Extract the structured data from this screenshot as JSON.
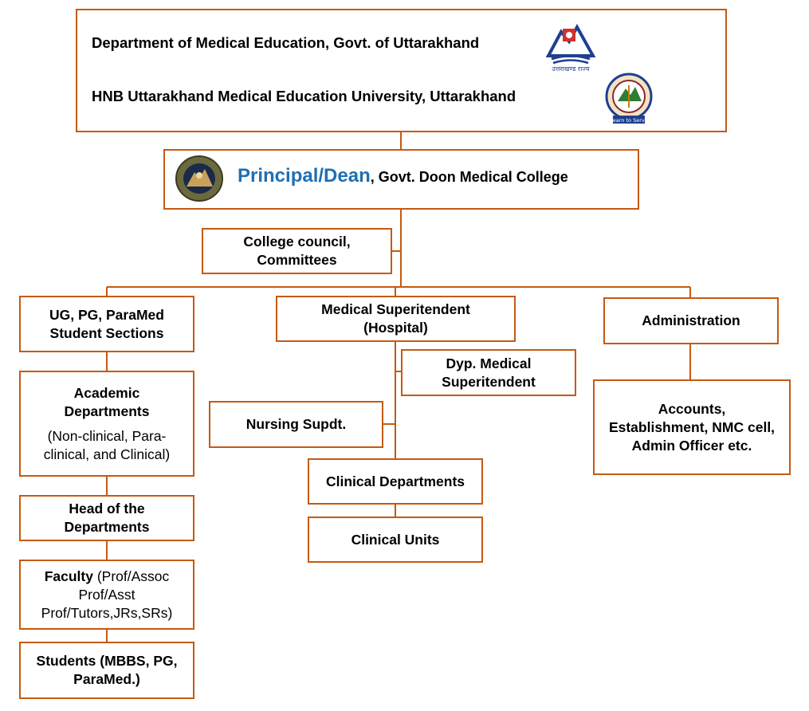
{
  "colors": {
    "border": "#c55a11",
    "principal_title": "#1f6fb2",
    "connector": "#c55a11"
  },
  "header": {
    "dept": "Department of Medical Education, Govt. of Uttarakhand",
    "university": "HNB Uttarakhand Medical Education University, Uttarakhand",
    "state_logo_text": "उत्तराखण्ड राज्य",
    "university_logo_text": "Learn to Serve"
  },
  "principal": {
    "title": "Principal/Dean",
    "suffix": ", Govt. Doon Medical College"
  },
  "council": {
    "line1": "College council,",
    "line2": "Committees"
  },
  "ug": {
    "line1": "UG, PG, ParaMed",
    "line2": "Student Sections"
  },
  "ms": {
    "line1": "Medical Superitendent",
    "line2": "(Hospital)"
  },
  "admin": {
    "label": "Administration"
  },
  "dms": {
    "line1": "Dyp. Medical",
    "line2": "Superitendent"
  },
  "nursing": {
    "label": "Nursing Supdt."
  },
  "accounts": {
    "line1": "Accounts,",
    "line2": "Establishment, NMC cell,",
    "line3": "Admin Officer etc."
  },
  "academic": {
    "line1": "Academic",
    "line2": "Departments",
    "line3": "(Non-clinical, Para-",
    "line4": "clinical, and Clinical)"
  },
  "clinical_depts": {
    "label": "Clinical Departments"
  },
  "clinical_units": {
    "label": "Clinical Units"
  },
  "hod": {
    "line1": "Head of the",
    "line2": "Departments"
  },
  "faculty": {
    "bold": "Faculty",
    "rest1": " (Prof/Assoc",
    "line2": "Prof/Asst",
    "line3": "Prof/Tutors,JRs,SRs)"
  },
  "students": {
    "line1": "Students (MBBS, PG,",
    "line2": "ParaMed.)"
  }
}
